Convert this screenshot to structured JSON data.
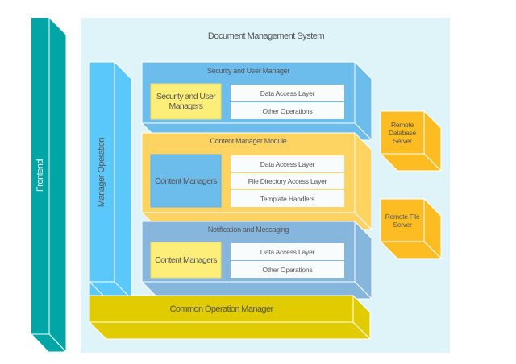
{
  "title": "Document Management System",
  "frontend": {
    "label": "Frontend",
    "color": "#00a6a6"
  },
  "manager_operation": {
    "label": "Manager Operation",
    "color": "#5bc8fb"
  },
  "common": {
    "label": "Common Operation Manager",
    "color": "#e0cc00"
  },
  "modules": [
    {
      "title": "Security and User Manager",
      "box": "Security and User Managers",
      "box_color": "#fdee7a",
      "color": "#6cbcec",
      "items": [
        "Data Access Layer",
        "Other Operations"
      ]
    },
    {
      "title": "Content Manager Module",
      "box": "Content Managers",
      "box_color": "#6cbcec",
      "color": "#fdd462",
      "items": [
        "Data Access Layer",
        "File Directory Access Layer",
        "Template Handlers"
      ]
    },
    {
      "title": "Notification and Messaging",
      "box": "Content Managers",
      "box_color": "#fdee7a",
      "color": "#87b6dc",
      "items": [
        "Data Access Layer",
        "Other Operations"
      ]
    }
  ],
  "servers": [
    {
      "label": "Remote Database Server",
      "color": "#fdbd22"
    },
    {
      "label": "Remote File Server",
      "color": "#fdbd22"
    }
  ],
  "background_color": "#def4f9"
}
